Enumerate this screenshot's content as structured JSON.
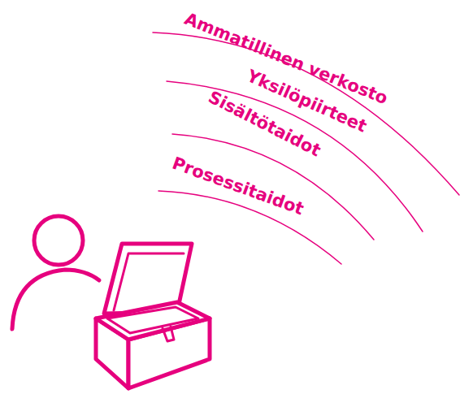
{
  "diagram": {
    "labels": [
      "Ammatillinen verkosto",
      "Yksilöpiirteet",
      "Sisältötaidot",
      "Prosessitaidot"
    ]
  }
}
